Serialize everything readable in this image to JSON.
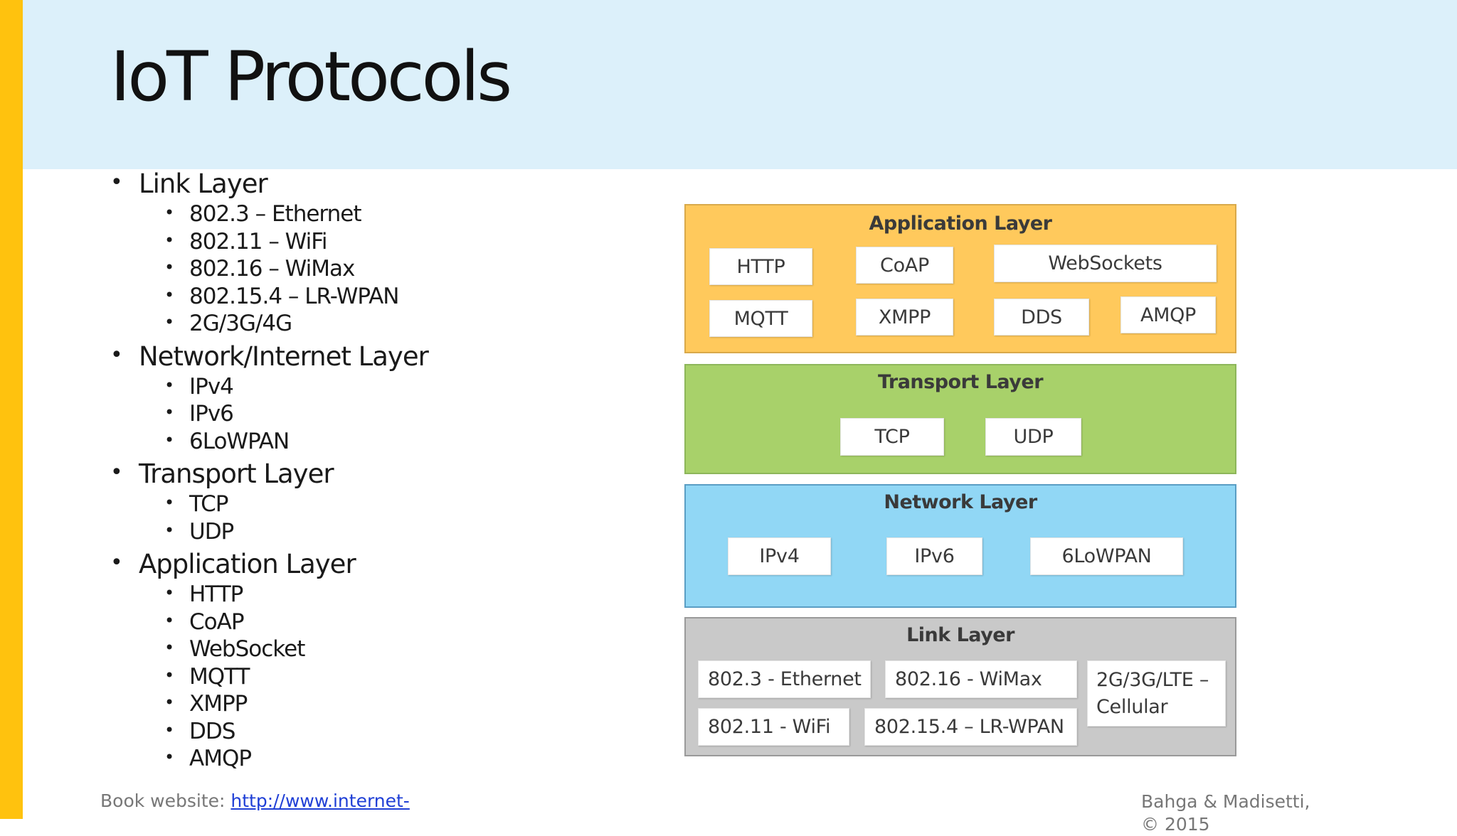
{
  "slide": {
    "title": "IoT Protocols",
    "colors": {
      "accent_bar": "#ffc20e",
      "header_band": "#dcf0fa"
    }
  },
  "outline": [
    {
      "heading": "Link Layer",
      "items": [
        "802.3 – Ethernet",
        "802.11 – WiFi",
        "802.16 – WiMax",
        "802.15.4 – LR-WPAN",
        "2G/3G/4G"
      ]
    },
    {
      "heading": "Network/Internet Layer",
      "items": [
        "IPv4",
        "IPv6",
        "6LoWPAN"
      ]
    },
    {
      "heading": "Transport Layer",
      "items": [
        "TCP",
        "UDP"
      ]
    },
    {
      "heading": "Application Layer",
      "items": [
        "HTTP",
        "CoAP",
        "WebSocket",
        "MQTT",
        "XMPP",
        "DDS",
        "AMQP"
      ]
    }
  ],
  "diagram": {
    "application": {
      "title": "Application Layer",
      "color": "#ffc95c",
      "protocols": [
        "HTTP",
        "CoAP",
        "WebSockets",
        "MQTT",
        "XMPP",
        "DDS",
        "AMQP"
      ]
    },
    "transport": {
      "title": "Transport Layer",
      "color": "#a8d16a",
      "protocols": [
        "TCP",
        "UDP"
      ]
    },
    "network": {
      "title": "Network Layer",
      "color": "#91d7f5",
      "protocols": [
        "IPv4",
        "IPv6",
        "6LoWPAN"
      ]
    },
    "link": {
      "title": "Link Layer",
      "color": "#c9c9c9",
      "protocols": [
        "802.3 - Ethernet",
        "802.16 - WiMax",
        "2G/3G/LTE – Cellular",
        "802.11 - WiFi",
        "802.15.4 – LR-WPAN"
      ]
    }
  },
  "footer": {
    "book_label": "Book website: ",
    "book_link": "http://www.internet-",
    "credit": "Bahga & Madisetti, © 2015"
  }
}
